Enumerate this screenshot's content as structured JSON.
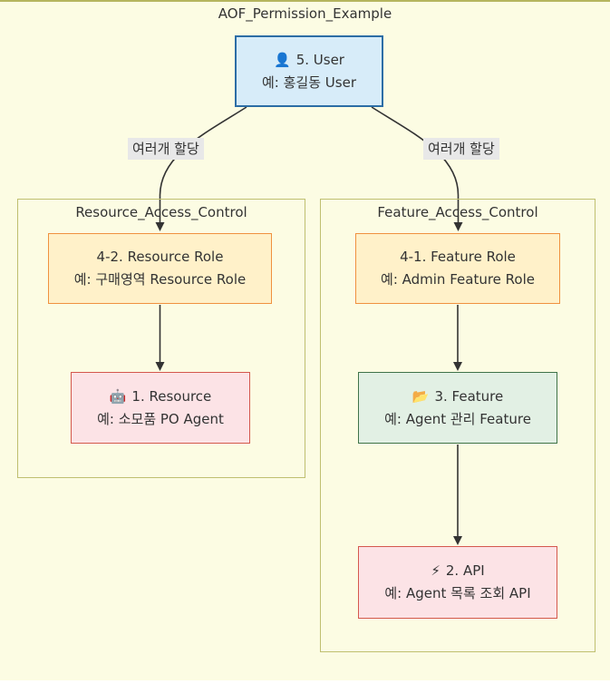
{
  "diagram": {
    "title": "AOF_Permission_Example",
    "nodes": {
      "user": {
        "icon": "👤",
        "label": "5. User",
        "example": "예: 홍길동 User"
      },
      "resource_role": {
        "label": "4-2. Resource Role",
        "example": "예: 구매영역 Resource Role"
      },
      "resource": {
        "icon": "🤖",
        "label": "1. Resource",
        "example": "예: 소모품 PO Agent"
      },
      "feature_role": {
        "label": "4-1. Feature Role",
        "example": "예: Admin Feature Role"
      },
      "feature": {
        "icon": "📂",
        "label": "3. Feature",
        "example": "예: Agent 관리 Feature"
      },
      "api": {
        "icon": "⚡",
        "label": "2. API",
        "example": "예: Agent 목록 조회 API"
      }
    },
    "subgraphs": {
      "resource_access": {
        "title": "Resource_Access_Control"
      },
      "feature_access": {
        "title": "Feature_Access_Control"
      }
    },
    "edge_labels": {
      "user_to_resource_role": "여러개 할당",
      "user_to_feature_role": "여러개 할당"
    },
    "colors": {
      "background": "#fcfce3",
      "cluster_border": "#bfbf70",
      "user_fill": "#d7ecf9",
      "user_border": "#2c6da5",
      "role_fill": "#fff1c9",
      "role_border": "#f0913f",
      "pink_fill": "#fce3e6",
      "pink_border": "#d4584e",
      "green_fill": "#e2f0e4",
      "green_border": "#3f7349",
      "edge_label_bg": "#e8e8e8",
      "line": "#333333",
      "text": "#333333"
    }
  }
}
